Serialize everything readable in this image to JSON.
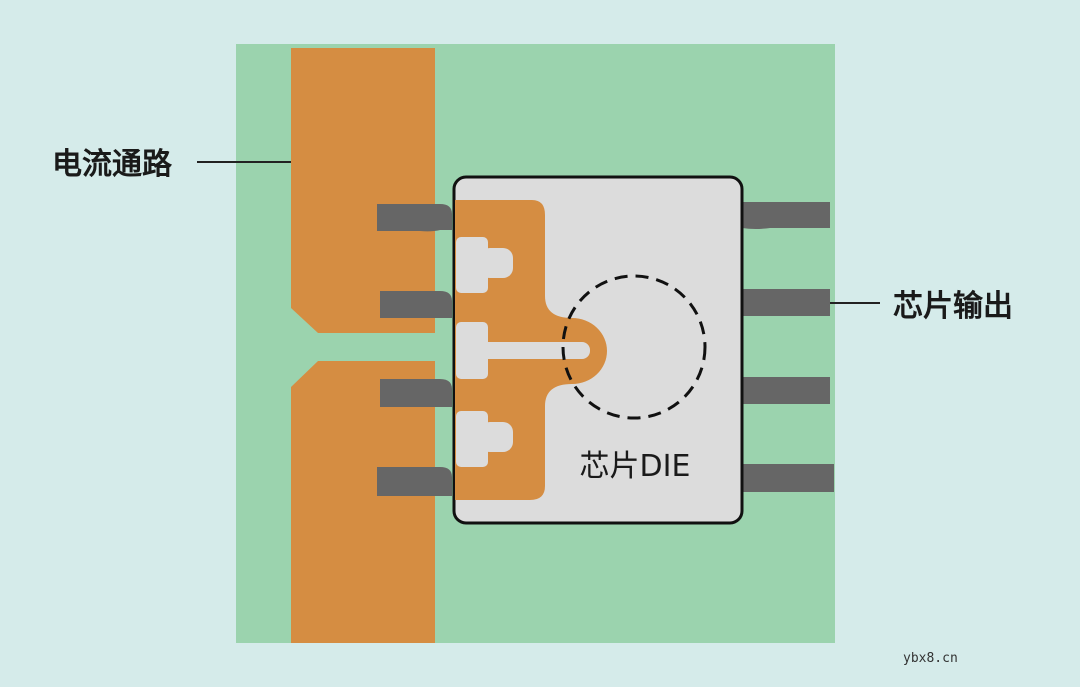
{
  "labels": {
    "current_path": "电流通路",
    "chip_output": "芯片输出",
    "chip_die": "芯片DIE"
  },
  "watermark": "ybx8.cn",
  "colors": {
    "background": "#d5ebea",
    "board": "#9bd3ae",
    "copper": "#d58d42",
    "chip_body": "#dcdcdc",
    "pin": "#666666"
  }
}
